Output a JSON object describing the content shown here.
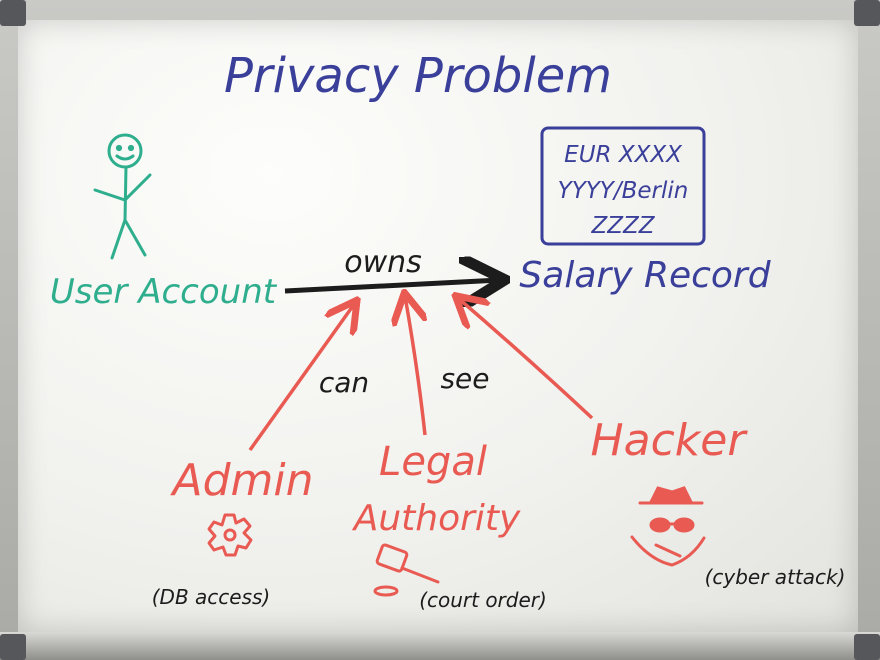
{
  "title": "Privacy Problem",
  "user": {
    "label": "User Account"
  },
  "relation": {
    "label": "owns"
  },
  "record": {
    "label": "Salary Record",
    "lines": [
      "EUR XXXX",
      "YYYY/Berlin",
      "ZZZZ"
    ]
  },
  "access_labels": {
    "can": "can",
    "see": "see"
  },
  "actors": {
    "admin": {
      "label": "Admin",
      "note": "(DB access)",
      "icon": "gear-icon"
    },
    "legal": {
      "label_line1": "Legal",
      "label_line2": "Authority",
      "note": "(court order)",
      "icon": "gavel-icon"
    },
    "hacker": {
      "label": "Hacker",
      "note": "(cyber attack)",
      "icon": "spy-icon"
    }
  },
  "colors": {
    "title": "#3a3f9a",
    "user": "#2fae8e",
    "record": "#3a3f9a",
    "relation": "#1c1c1c",
    "actors": "#e85a52",
    "notes": "#1c1c1c"
  }
}
